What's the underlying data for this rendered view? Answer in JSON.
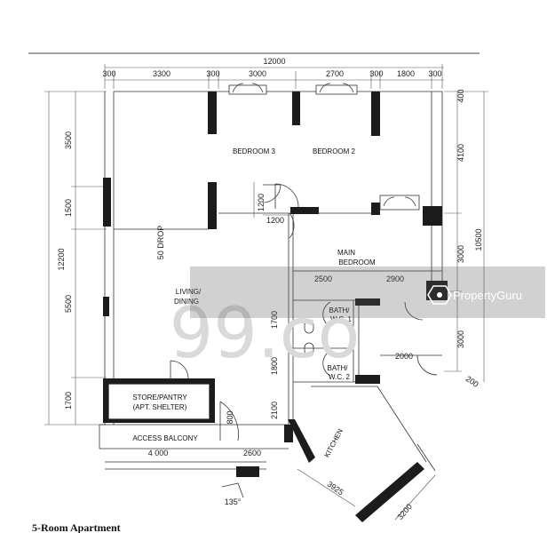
{
  "plan": {
    "caption": "5-Room Apartment",
    "dimensions": {
      "total_width": "12000",
      "top_segments": [
        "300",
        "3300",
        "300",
        "3000",
        "2700",
        "300",
        "1800",
        "300"
      ],
      "left_height": "12200",
      "left_segments": [
        "3500",
        "1500",
        "5500",
        "1700"
      ],
      "left_inner": [
        "1700",
        "1800",
        "2100"
      ],
      "right_segments": [
        "4100",
        "3000",
        "3000"
      ],
      "right_total": "10500",
      "right_small_top": "400",
      "right_small_bottom": "200",
      "door_dims": [
        "1200",
        "1200"
      ],
      "main_bedroom_dims": [
        "2500",
        "2900"
      ],
      "bath_dim": "2000",
      "bottom_balcony": "4 000",
      "bottom_kitchen_left": "2600",
      "kitchen_diag_1": "3925",
      "kitchen_diag_2": "3200",
      "angle": "135°",
      "drop": "50 DROP",
      "shelter_door": "800"
    },
    "rooms": {
      "bedroom3": "BEDROOM 3",
      "bedroom2": "BEDROOM 2",
      "main_bedroom_1": "MAIN",
      "main_bedroom_2": "BEDROOM",
      "living_1": "LIVING/",
      "living_2": "DINING",
      "bath1_1": "BATH/",
      "bath1_2": "W.C. 1",
      "bath2_1": "BATH/",
      "bath2_2": "W.C. 2",
      "store_1": "STORE/PANTRY",
      "store_2": "(APT. SHELTER)",
      "access_balcony": "ACCESS BALCONY",
      "kitchen": "KITCHEN"
    }
  },
  "watermarks": {
    "number": "99.co",
    "brand": "PropertyGuru"
  }
}
